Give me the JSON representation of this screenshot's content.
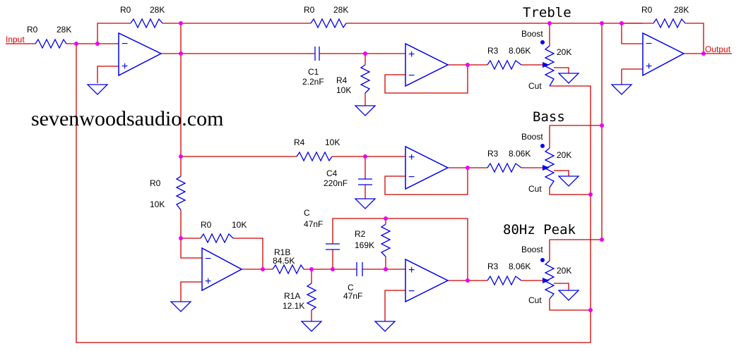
{
  "titles": {
    "treble": "Treble",
    "bass": "Bass",
    "peak": "80Hz Peak"
  },
  "website": "sevenwoodsaudio.com",
  "io": {
    "input": "Input",
    "output": "Output"
  },
  "components": {
    "r_in": {
      "name": "R0",
      "value": "28K"
    },
    "r_fb1": {
      "name": "R0",
      "value": "28K"
    },
    "r_top": {
      "name": "R0",
      "value": "28K"
    },
    "r_out": {
      "name": "R0",
      "value": "28K"
    },
    "c1": {
      "name": "C1",
      "value": "2.2nF"
    },
    "r4_treble": {
      "name": "R4",
      "value": "10K"
    },
    "r3_treble": {
      "name": "R3",
      "value": "8.06K"
    },
    "pot_treble": {
      "value": "20K",
      "boost": "Boost",
      "cut": "Cut"
    },
    "r4_bass": {
      "name": "R4",
      "value": "10K"
    },
    "c4": {
      "name": "C4",
      "value": "220nF"
    },
    "r3_bass": {
      "name": "R3",
      "value": "8.06K"
    },
    "pot_bass": {
      "value": "20K",
      "boost": "Boost",
      "cut": "Cut"
    },
    "r0_div": {
      "name": "R0",
      "value": "10K"
    },
    "r0_inv": {
      "name": "R0",
      "value": "10K"
    },
    "r1b": {
      "name": "R1B",
      "value": "84.5K"
    },
    "r1a": {
      "name": "R1A",
      "value": "12.1K"
    },
    "c_top": {
      "name": "C",
      "value": "47nF"
    },
    "c_bot": {
      "name": "C",
      "value": "47nF"
    },
    "r2": {
      "name": "R2",
      "value": "169K"
    },
    "r3_peak": {
      "name": "R3",
      "value": "8.06K"
    },
    "pot_peak": {
      "value": "20K",
      "boost": "Boost",
      "cut": "Cut"
    }
  },
  "opamp_signs": {
    "minus": "−",
    "plus": "+"
  },
  "colors": {
    "wire": "#cc0000",
    "component": "#0000ee",
    "junction": "#ee00ee"
  }
}
